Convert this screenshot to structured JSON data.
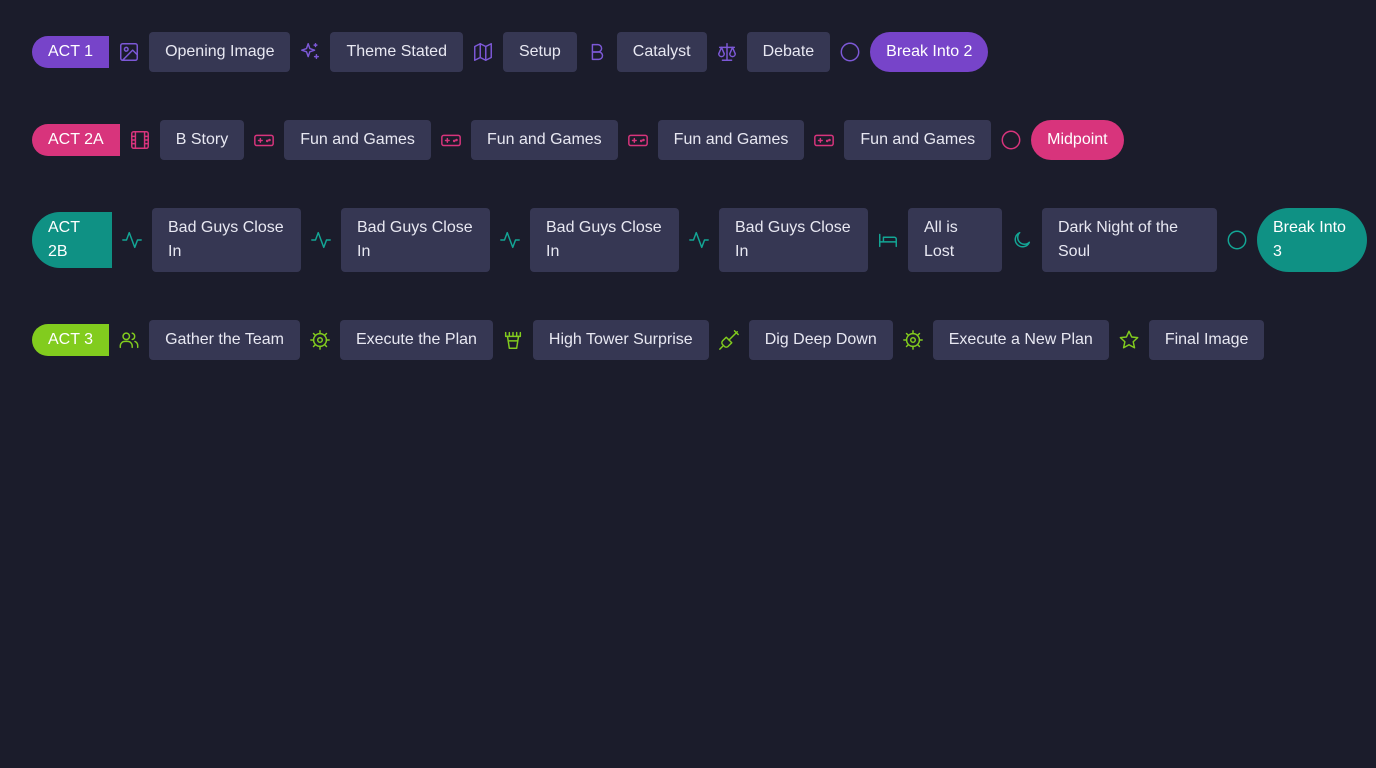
{
  "colors": {
    "background": "#1b1c2b",
    "beat_box": "#363753",
    "act1": "#7744c9",
    "act1_icon": "#7c58d6",
    "act2a": "#d8347c",
    "act2b": "#0f9184",
    "act2b_icon": "#13a695",
    "act3": "#82cc1e"
  },
  "acts": [
    {
      "label": "ACT 1",
      "color_key": "act1",
      "beats": [
        {
          "icon": "image-icon",
          "text": "Opening Image"
        },
        {
          "icon": "sparkles-icon",
          "text": "Theme Stated"
        },
        {
          "icon": "map-icon",
          "text": "Setup"
        },
        {
          "icon": "bold-b-icon",
          "text": "Catalyst"
        },
        {
          "icon": "scale-icon",
          "text": "Debate"
        },
        {
          "icon": "circle-icon",
          "text": "Break Into 2"
        }
      ]
    },
    {
      "label": "ACT 2A",
      "color_key": "act2a",
      "beats": [
        {
          "icon": "film-icon",
          "text": "B Story"
        },
        {
          "icon": "gamepad-icon",
          "text": "Fun and Games"
        },
        {
          "icon": "gamepad-icon",
          "text": "Fun and Games"
        },
        {
          "icon": "gamepad-icon",
          "text": "Fun and Games"
        },
        {
          "icon": "gamepad-icon",
          "text": "Fun and Games"
        },
        {
          "icon": "circle-icon",
          "text": "Midpoint"
        }
      ]
    },
    {
      "label": "ACT 2B",
      "color_key": "act2b",
      "beats": [
        {
          "icon": "pulse-icon",
          "text": "Bad Guys Close In"
        },
        {
          "icon": "pulse-icon",
          "text": "Bad Guys Close In"
        },
        {
          "icon": "pulse-icon",
          "text": "Bad Guys Close In"
        },
        {
          "icon": "pulse-icon",
          "text": "Bad Guys Close In"
        },
        {
          "icon": "bed-icon",
          "text": "All is Lost"
        },
        {
          "icon": "moon-icon",
          "text": "Dark Night of the Soul"
        },
        {
          "icon": "circle-icon",
          "text": "Break Into 3"
        }
      ]
    },
    {
      "label": "ACT 3",
      "color_key": "act3",
      "beats": [
        {
          "icon": "users-icon",
          "text": "Gather the Team"
        },
        {
          "icon": "gear-icon",
          "text": "Execute the Plan"
        },
        {
          "icon": "tower-icon",
          "text": "High Tower Surprise"
        },
        {
          "icon": "shovel-icon",
          "text": "Dig Deep Down"
        },
        {
          "icon": "gear-icon",
          "text": "Execute a New Plan"
        },
        {
          "icon": "star-icon",
          "text": "Final Image"
        }
      ]
    }
  ]
}
